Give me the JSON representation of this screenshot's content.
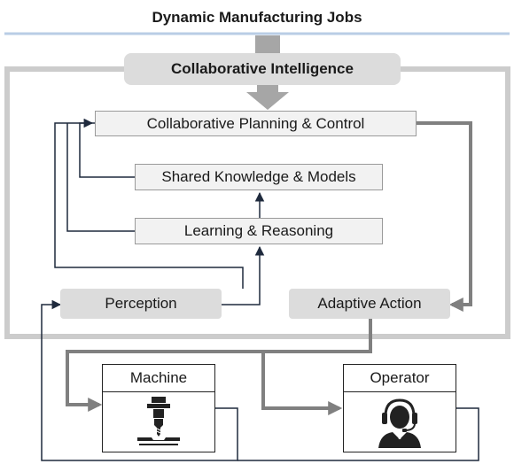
{
  "diagram": {
    "title": "Dynamic Manufacturing Jobs",
    "hub_label": "Collaborative Intelligence",
    "nodes": {
      "planning": "Collaborative Planning & Control",
      "knowledge": "Shared Knowledge & Models",
      "learning": "Learning & Reasoning",
      "perception": "Perception",
      "adaptive_action": "Adaptive Action"
    },
    "units": {
      "machine": {
        "label": "Machine",
        "icon": "milling-machine-icon"
      },
      "operator": {
        "label": "Operator",
        "icon": "headset-operator-icon"
      }
    },
    "colors": {
      "thick_arrow": "#808080",
      "thin_arrow": "#1f2a3d",
      "outer_frame": "#cccccc",
      "node_fill": "#f2f2f2",
      "soft_fill": "#dcdcdc"
    }
  }
}
